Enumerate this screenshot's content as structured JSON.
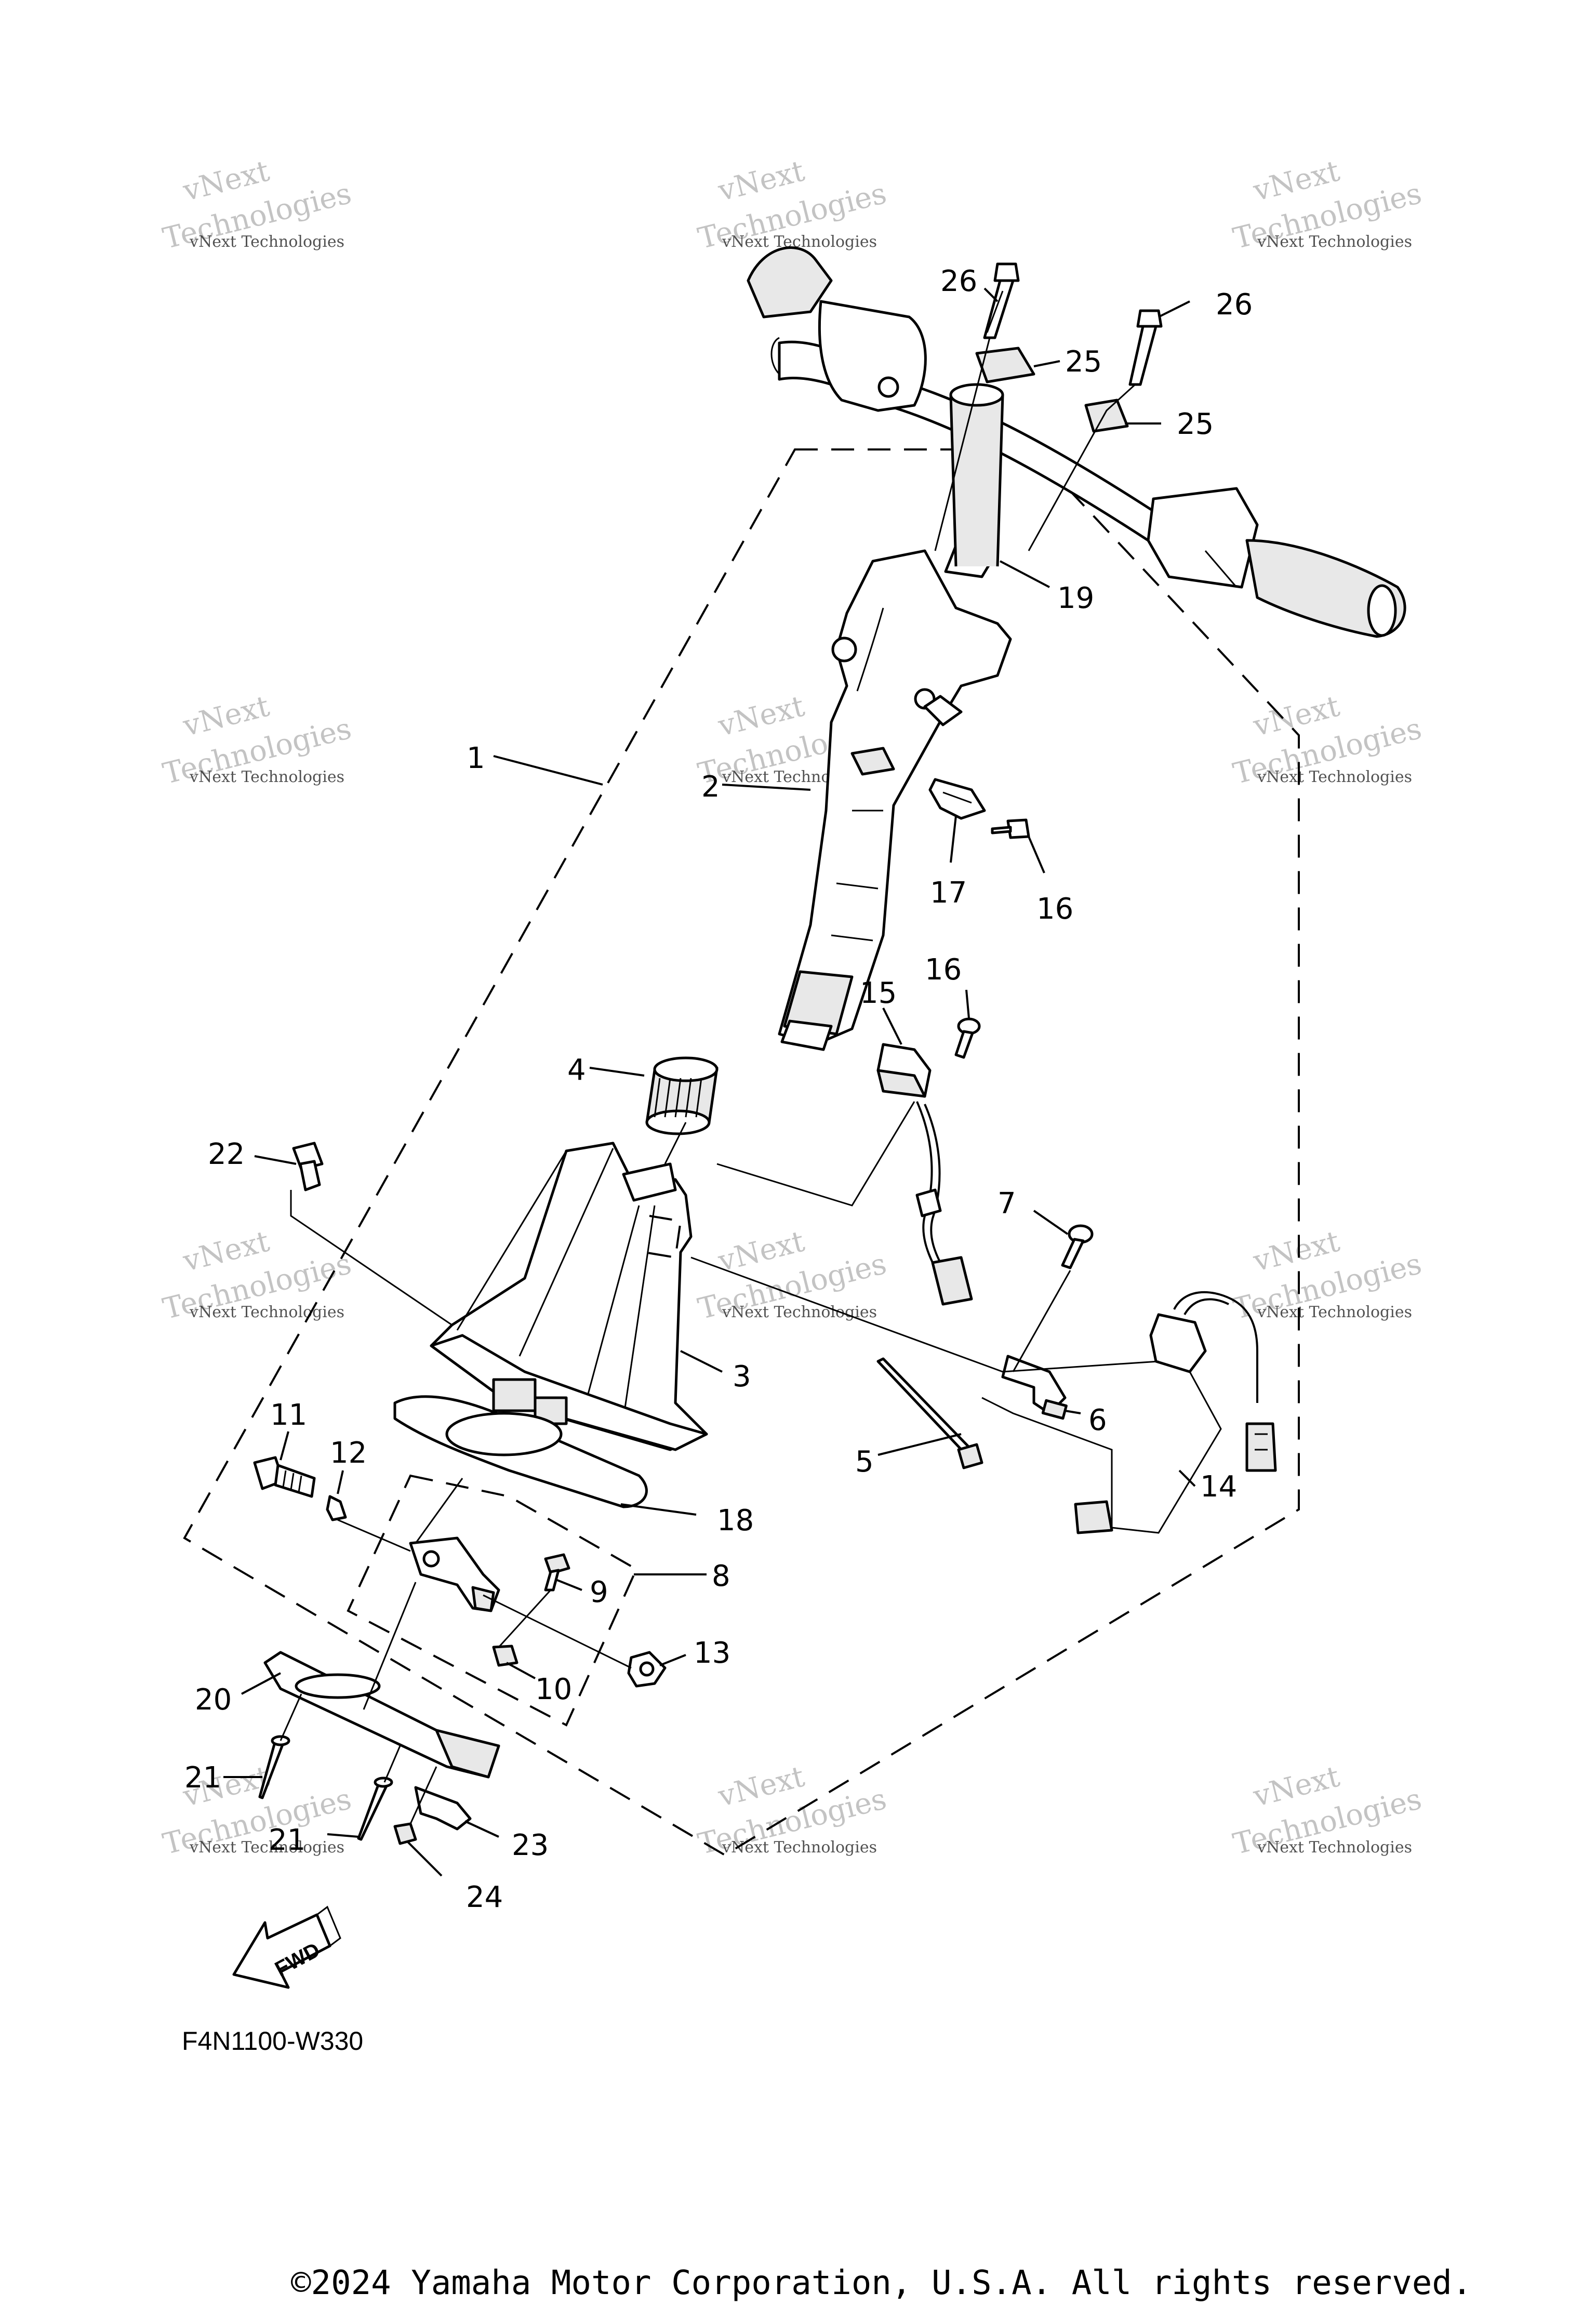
{
  "diagram": {
    "code": "F4N1100-W330",
    "fwd_label": "FWD",
    "copyright": "©2024 Yamaha Motor Corporation, U.S.A. All rights reserved.",
    "watermark": {
      "line1": "vNext Technologies",
      "line2": "vNext",
      "line3": "Technologies"
    },
    "callouts": [
      "1",
      "2",
      "3",
      "4",
      "5",
      "6",
      "7",
      "8",
      "9",
      "10",
      "11",
      "12",
      "13",
      "14",
      "15",
      "16",
      "16",
      "17",
      "18",
      "19",
      "20",
      "21",
      "21",
      "22",
      "23",
      "24",
      "25",
      "25",
      "26",
      "26"
    ]
  }
}
